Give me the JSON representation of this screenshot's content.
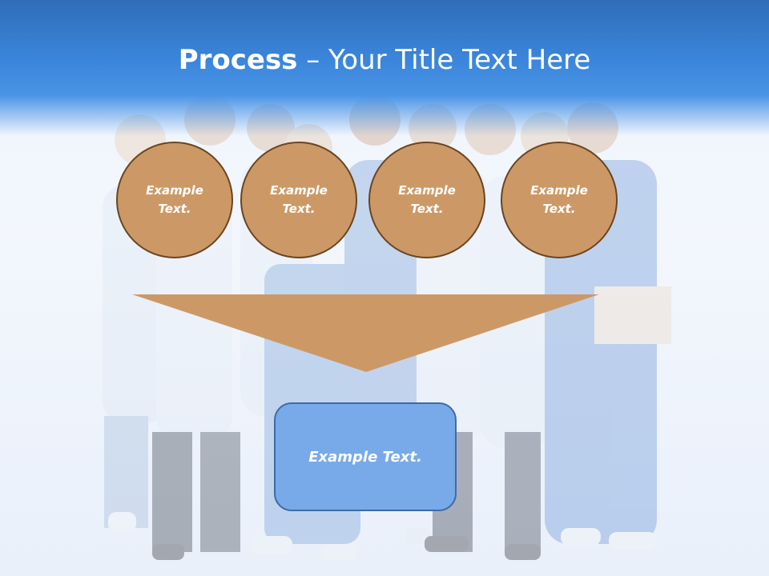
{
  "title": {
    "bold": "Process",
    "rest": " – Your Title Text Here"
  },
  "circles": [
    {
      "text": "Example Text."
    },
    {
      "text": "Example Text."
    },
    {
      "text": "Example Text."
    },
    {
      "text": "Example Text."
    }
  ],
  "box": {
    "text": "Example Text."
  },
  "colors": {
    "header": "#3b86dc",
    "circle_fill": "#cc9966",
    "circle_border": "#6a4520",
    "funnel": "#cc9966",
    "box_fill": "#78aaea",
    "box_border": "#3f6aa6"
  }
}
